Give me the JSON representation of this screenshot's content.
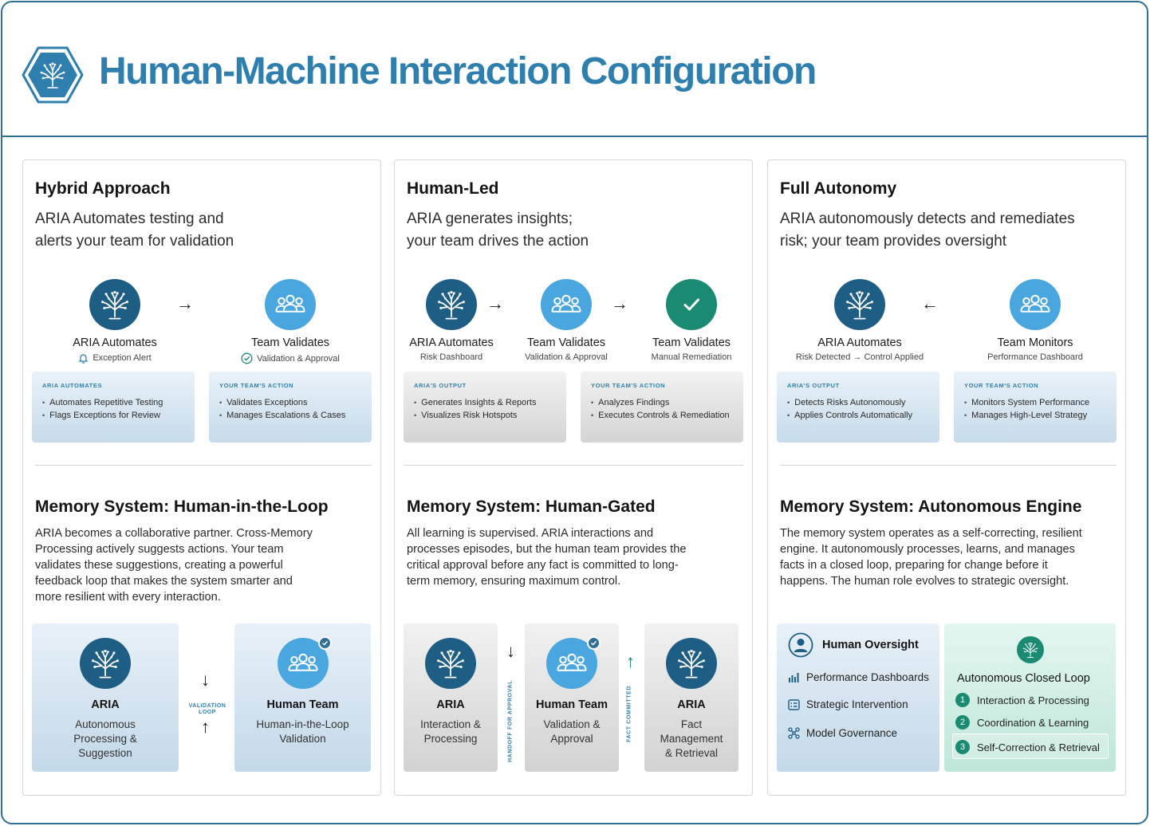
{
  "header": {
    "title": "Human-Machine Interaction Configuration",
    "logo_icon": "tree-hexagon-icon"
  },
  "colors": {
    "brand": "#2e7fae",
    "dark_node": "#1f5e84",
    "light_node": "#4aa6de",
    "green_node": "#1a8a72"
  },
  "panels": [
    {
      "title": "Hybrid Approach",
      "subtitle_l1": "ARIA Automates testing and",
      "subtitle_l2": "alerts your team for validation",
      "nodes": [
        {
          "label": "ARIA Automates",
          "sub": "Exception Alert",
          "icon": "tree-icon",
          "sub_icon": "bell-icon"
        },
        {
          "label": "Team Validates",
          "sub": "Validation & Approval",
          "icon": "people-icon",
          "sub_icon": "check-circle-icon"
        }
      ],
      "arrows": [
        "→"
      ],
      "boxes": [
        {
          "head": "ARIA AUTOMATES",
          "items": [
            "Automates Repetitive Testing",
            "Flags Exceptions for Review"
          ]
        },
        {
          "head": "YOUR TEAM'S ACTION",
          "items": [
            "Validates Exceptions",
            "Manages Escalations & Cases"
          ]
        }
      ],
      "memory": {
        "title": "Memory System: Human-in-the-Loop",
        "desc_lines": [
          "ARIA becomes a collaborative partner. Cross-Memory",
          "Processing actively suggests actions. Your team",
          "validates these suggestions, creating a powerful",
          "feedback loop that makes the system smarter and",
          "more resilient with every interaction."
        ],
        "cards": [
          {
            "name": "ARIA",
            "desc_lines": [
              "Autonomous",
              "Processing &",
              "Suggestion"
            ]
          },
          {
            "name": "Human Team",
            "desc_lines": [
              "Human-in-the-Loop",
              "Validation"
            ]
          }
        ],
        "loop_label_l1": "VALIDATION",
        "loop_label_l2": "LOOP"
      }
    },
    {
      "title": "Human-Led",
      "subtitle_l1": "ARIA generates insights;",
      "subtitle_l2": "your team drives the action",
      "nodes": [
        {
          "label": "ARIA Automates",
          "sub": "Risk Dashboard",
          "icon": "tree-icon"
        },
        {
          "label": "Team Validates",
          "sub": "Validation & Approval",
          "icon": "people-icon"
        },
        {
          "label": "Team Validates",
          "sub": "Manual Remediation",
          "icon": "checkmark-icon"
        }
      ],
      "arrows": [
        "→",
        "→"
      ],
      "boxes": [
        {
          "head": "ARIA'S OUTPUT",
          "items": [
            "Generates Insights & Reports",
            "Visualizes Risk Hotspots"
          ]
        },
        {
          "head": "YOUR TEAM'S ACTION",
          "items": [
            "Analyzes Findings",
            "Executes Controls & Remediation"
          ]
        }
      ],
      "memory": {
        "title": "Memory System: Human-Gated",
        "desc_lines": [
          "All learning is supervised. ARIA interactions and",
          "processes episodes, but the human team provides the",
          "critical approval before any fact is committed to long-",
          "term memory, ensuring maximum control."
        ],
        "cards": [
          {
            "name": "ARIA",
            "desc_lines": [
              "Interaction &",
              "Processing"
            ]
          },
          {
            "name": "Human Team",
            "desc_lines": [
              "Validation &",
              "Approval"
            ]
          },
          {
            "name": "ARIA",
            "desc_lines": [
              "Fact",
              "Management",
              "& Retrieval"
            ]
          }
        ],
        "handoff_label": "HANDOFF FOR APPROVAL",
        "committed_label": "FACT COMMITTED"
      }
    },
    {
      "title": "Full Autonomy",
      "subtitle_l1": "ARIA autonomously detects and remediates",
      "subtitle_l2": "risk; your team provides oversight",
      "nodes": [
        {
          "label": "ARIA Automates",
          "sub": "Risk Detected → Control Applied",
          "icon": "tree-icon"
        },
        {
          "label": "Team Monitors",
          "sub": "Performance Dashboard",
          "icon": "people-icon"
        }
      ],
      "arrows": [
        "←"
      ],
      "boxes": [
        {
          "head": "ARIA'S OUTPUT",
          "items": [
            "Detects Risks Autonomously",
            "Applies Controls Automatically"
          ]
        },
        {
          "head": "YOUR TEAM'S ACTION",
          "items": [
            "Monitors System Performance",
            "Manages High-Level Strategy"
          ]
        }
      ],
      "memory": {
        "title": "Memory System: Autonomous Engine",
        "desc_lines": [
          "The memory system operates as a self-correcting, resilient",
          "engine. It autonomously processes, learns, and manages",
          "facts in a closed loop, preparing for change before it",
          "happens. The human role evolves to strategic oversight."
        ],
        "oversight": {
          "title": "Human Oversight",
          "items": [
            {
              "label": "Performance Dashboards",
              "icon": "bar-chart-icon"
            },
            {
              "label": "Strategic Intervention",
              "icon": "checklist-icon"
            },
            {
              "label": "Model Governance",
              "icon": "network-icon"
            }
          ]
        },
        "loop": {
          "title": "Autonomous Closed Loop",
          "items": [
            {
              "num": "1",
              "label": "Interaction & Processing"
            },
            {
              "num": "2",
              "label": "Coordination & Learning"
            },
            {
              "num": "3",
              "label": "Self-Correction & Retrieval"
            }
          ]
        }
      }
    }
  ]
}
